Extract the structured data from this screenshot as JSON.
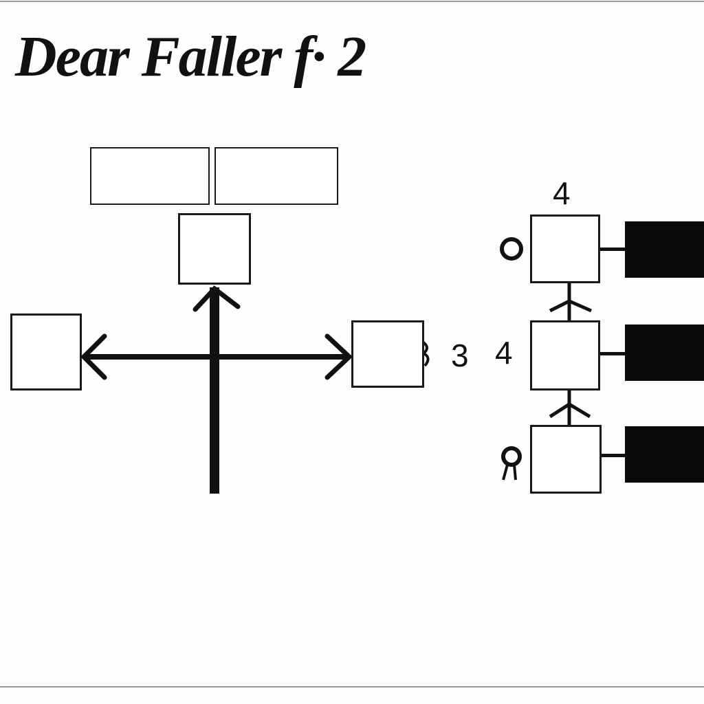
{
  "title": "Dear Faller f· 2",
  "labels": {
    "top_right_number": "4",
    "middle_right_number": "4",
    "center_box_number": "3"
  },
  "colors": {
    "stroke": "#111111",
    "fill_bar": "#0a0a0a",
    "background": "#fefefe"
  }
}
